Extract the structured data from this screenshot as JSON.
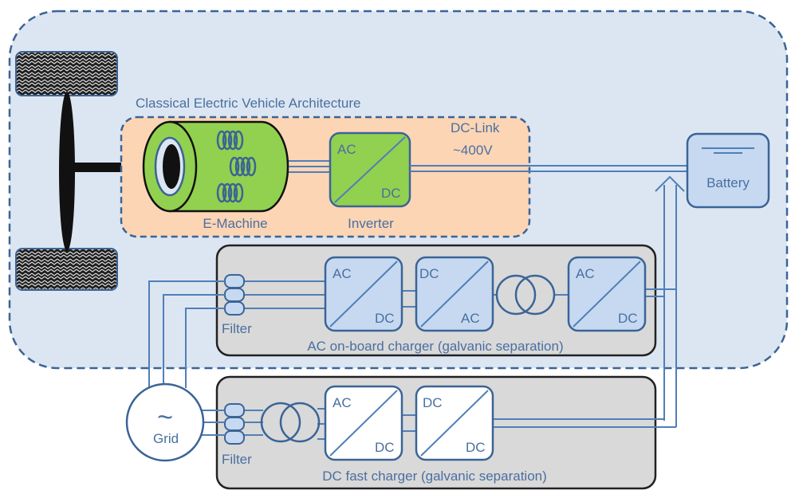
{
  "title": "Classical Electric Vehicle Architecture",
  "emachine": {
    "label": "E-Machine"
  },
  "inverter": {
    "label": "Inverter",
    "top": "AC",
    "bottom": "DC"
  },
  "dclink": {
    "label": "DC-Link",
    "voltage": "~400V"
  },
  "battery": {
    "label": "Battery"
  },
  "ac_charger": {
    "caption": "AC on-board charger (galvanic separation)",
    "filter": "Filter",
    "blocks": [
      {
        "top": "AC",
        "bottom": "DC"
      },
      {
        "top": "DC",
        "bottom": "AC"
      },
      {
        "top": "AC",
        "bottom": "DC"
      }
    ]
  },
  "dc_charger": {
    "caption": "DC fast charger (galvanic separation)",
    "filter": "Filter",
    "blocks": [
      {
        "top": "AC",
        "bottom": "DC"
      },
      {
        "top": "DC",
        "bottom": "DC"
      }
    ]
  },
  "grid": {
    "symbol": "~",
    "label": "Grid"
  },
  "colors": {
    "vehicle_bg": "#dce6f2",
    "outline": "#3b6496",
    "drivetrain_bg": "#fcd5b5",
    "machine_green": "#92d050",
    "charger_bg": "#d9d9d9",
    "converter_blue": "#c6d9f1"
  }
}
